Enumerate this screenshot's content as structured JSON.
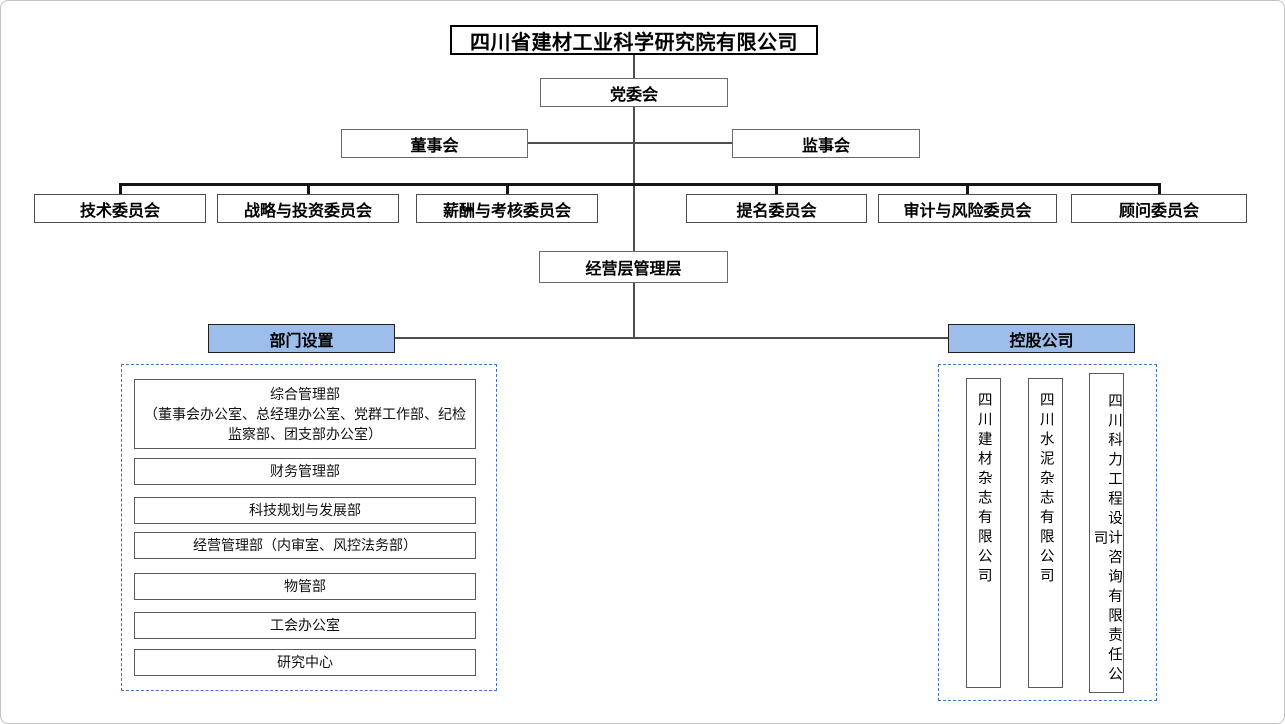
{
  "colors": {
    "header_fill": "#9dbeea",
    "dashed_border": "#4472c4",
    "connector_line": "#4d4d4d",
    "bus_line": "#141414",
    "box_border": "#5a5a5a"
  },
  "org": {
    "root": "四川省建材工业科学研究院有限公司",
    "party_committee": "党委会",
    "board": "董事会",
    "supervisory_board": "监事会",
    "committees": [
      "技术委员会",
      "战略与投资委员会",
      "薪酬与考核委员会",
      "提名委员会",
      "审计与风险委员会",
      "顾问委员会"
    ],
    "management": "经营层管理层",
    "departments_section": {
      "header": "部门设置",
      "items": [
        {
          "name": "综合管理部",
          "detail": "（董事会办公室、总经理办公室、党群工作部、纪检监察部、团支部办公室）"
        },
        {
          "name": "财务管理部"
        },
        {
          "name": "科技规划与发展部"
        },
        {
          "name": "经营管理部（内审室、风控法务部）"
        },
        {
          "name": "物管部"
        },
        {
          "name": "工会办公室"
        },
        {
          "name": "研究中心"
        }
      ]
    },
    "holdings_section": {
      "header": "控股公司",
      "items": [
        "四川建材杂志有限公司",
        "四川水泥杂志有限公司",
        "四川科力工程设计咨询有限责任公司"
      ]
    }
  }
}
